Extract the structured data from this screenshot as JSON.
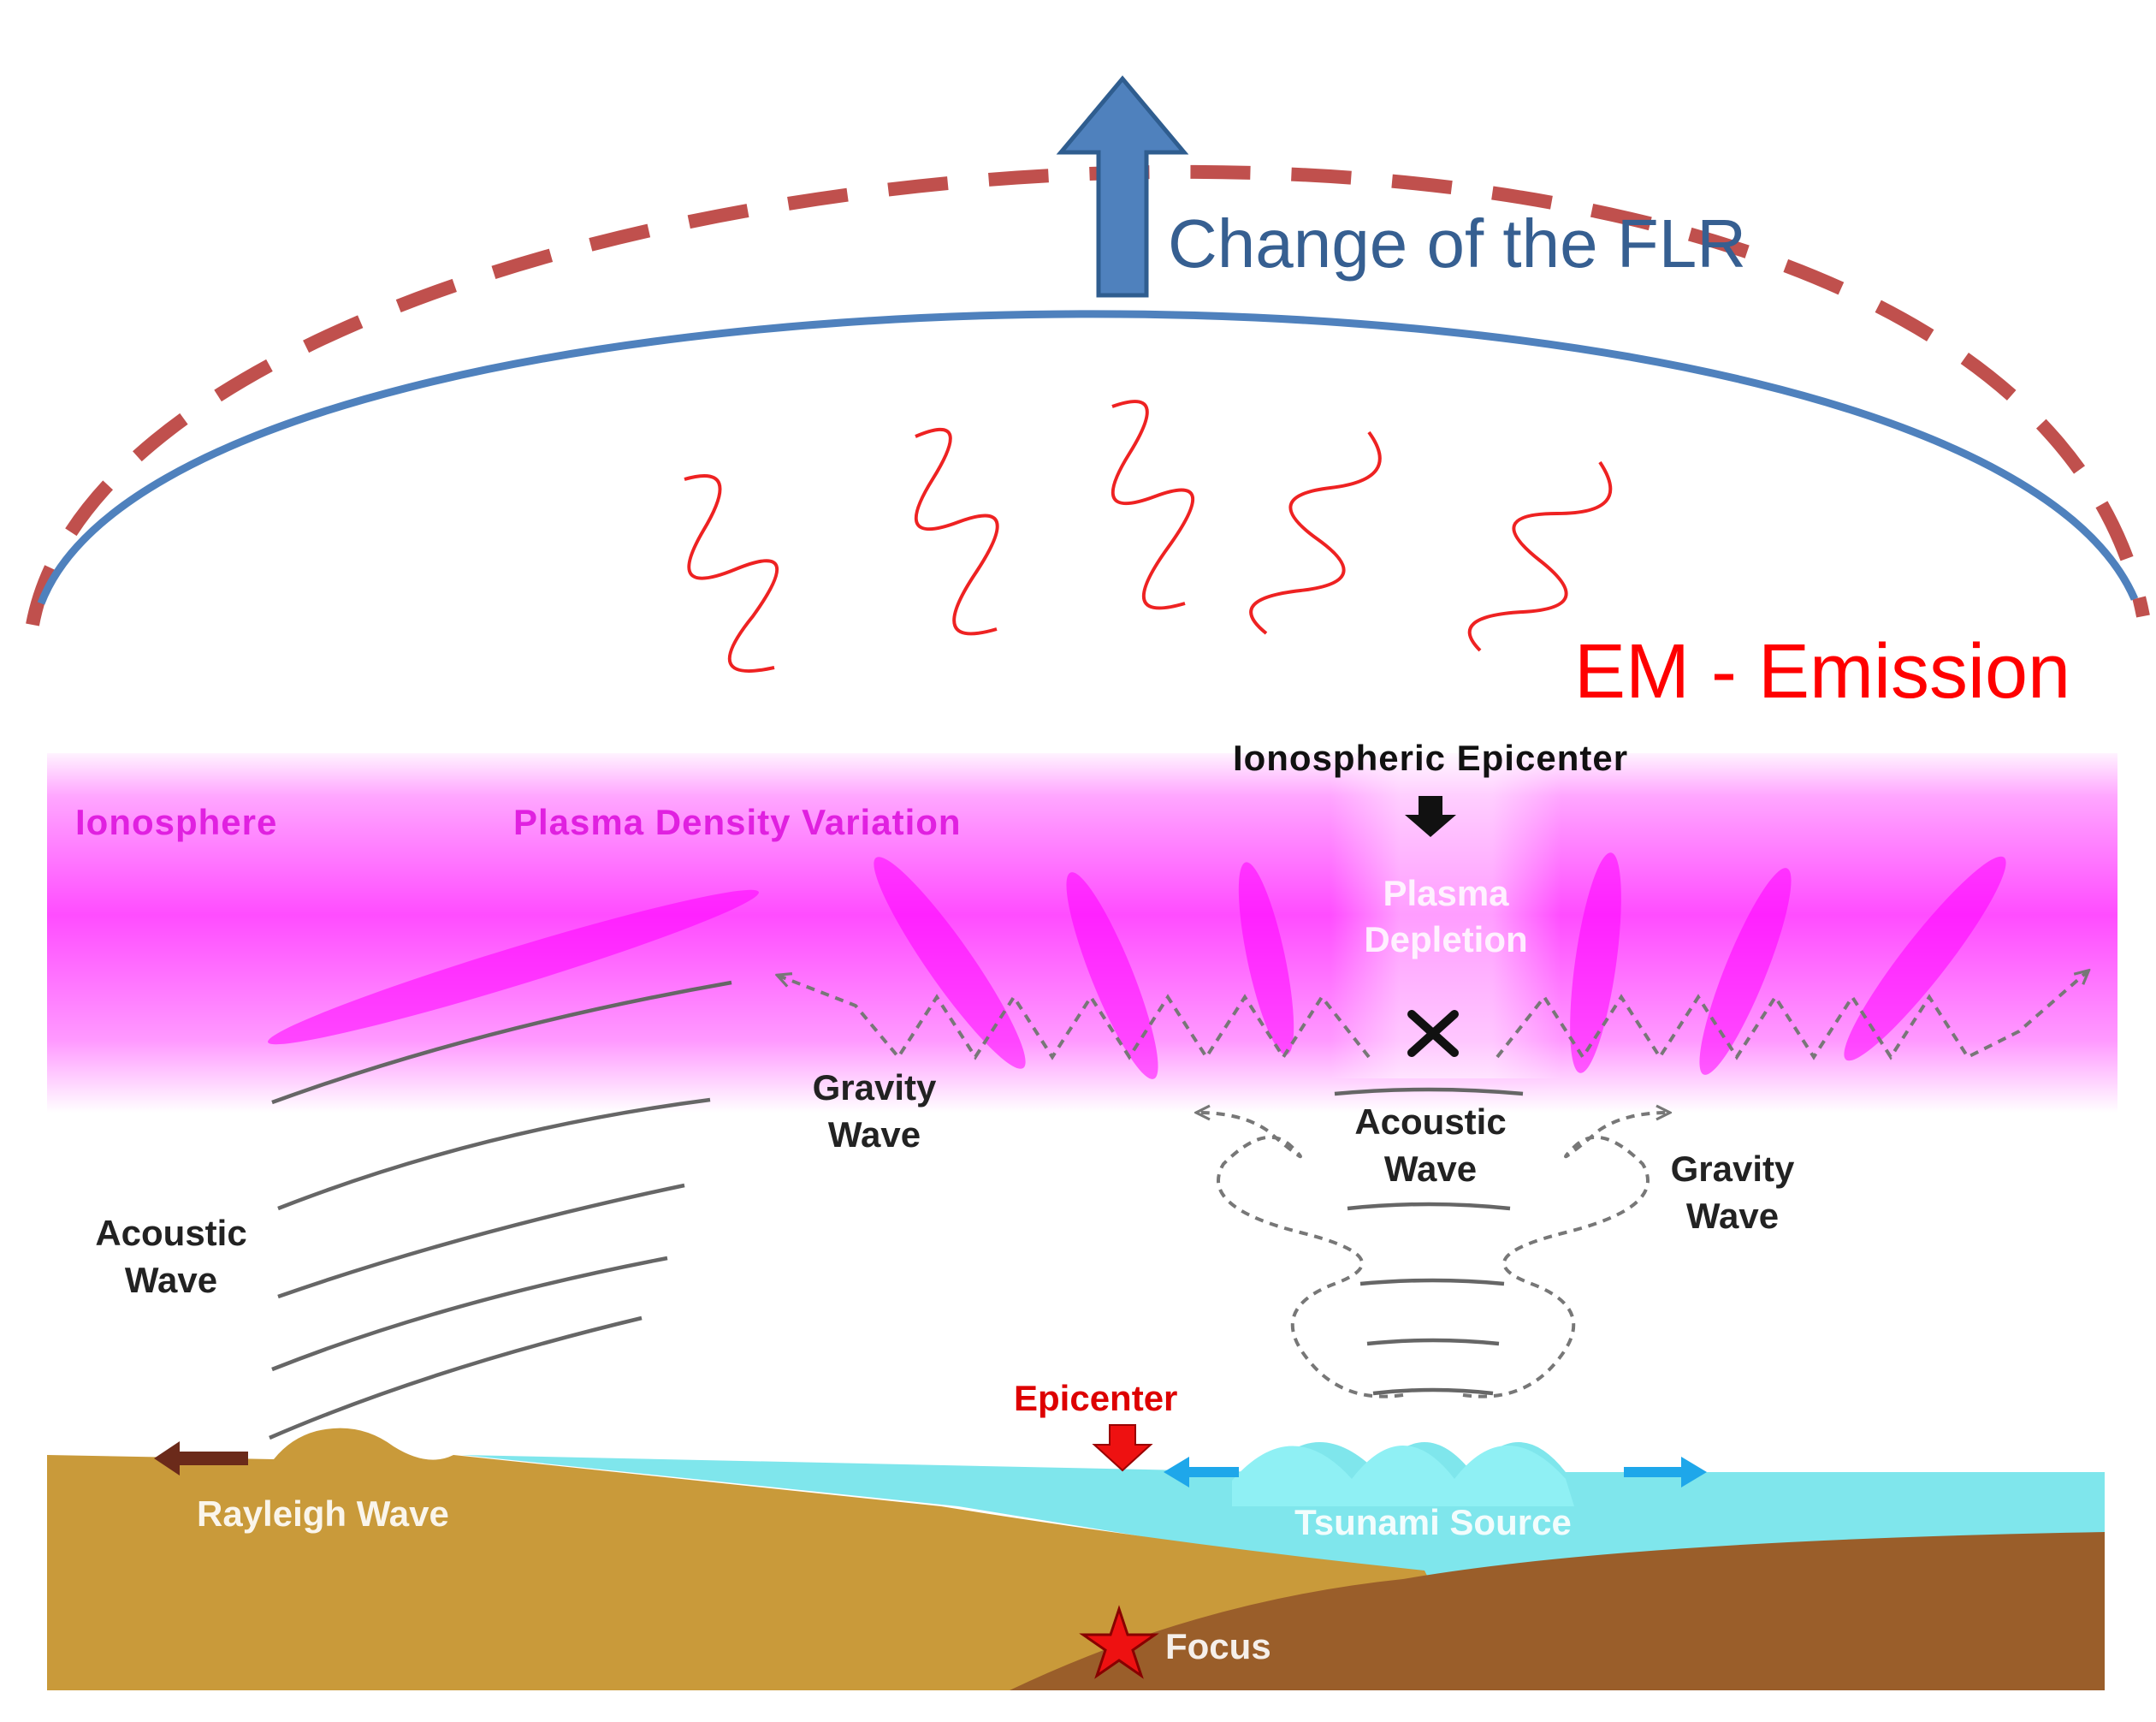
{
  "labels": {
    "flr_change": "Change of the FLR",
    "em_emission": "EM - Emission",
    "ionospheric_epicenter": "Ionospheric Epicenter",
    "ionosphere": "Ionosphere",
    "plasma_density_variation": "Plasma Density Variation",
    "plasma_depletion_line1": "Plasma",
    "plasma_depletion_line2": "Depletion",
    "gravity_wave_left_line1": "Gravity",
    "gravity_wave_left_line2": "Wave",
    "acoustic_wave_center_line1": "Acoustic",
    "acoustic_wave_center_line2": "Wave",
    "gravity_wave_right_line1": "Gravity",
    "gravity_wave_right_line2": "Wave",
    "acoustic_wave_left_line1": "Acoustic",
    "acoustic_wave_left_line2": "Wave",
    "epicenter": "Epicenter",
    "rayleigh_wave": "Rayleigh Wave",
    "tsunami_source": "Tsunami Source",
    "focus": "Focus"
  },
  "colors": {
    "dashed_arc": "#c0504d",
    "field_line": "#4f81bd",
    "flr_text": "#365f91",
    "em_text": "#ff0000",
    "em_waves": "#ee2222",
    "ionosphere": "#ff00ff",
    "ionosphere_label": "#e020e0",
    "sea": "#7fe6ec",
    "land_upper": "#c99a3a",
    "land_lower": "#9a5e2a",
    "wave_dash": "#777777",
    "epicenter_text": "#dd0000"
  }
}
